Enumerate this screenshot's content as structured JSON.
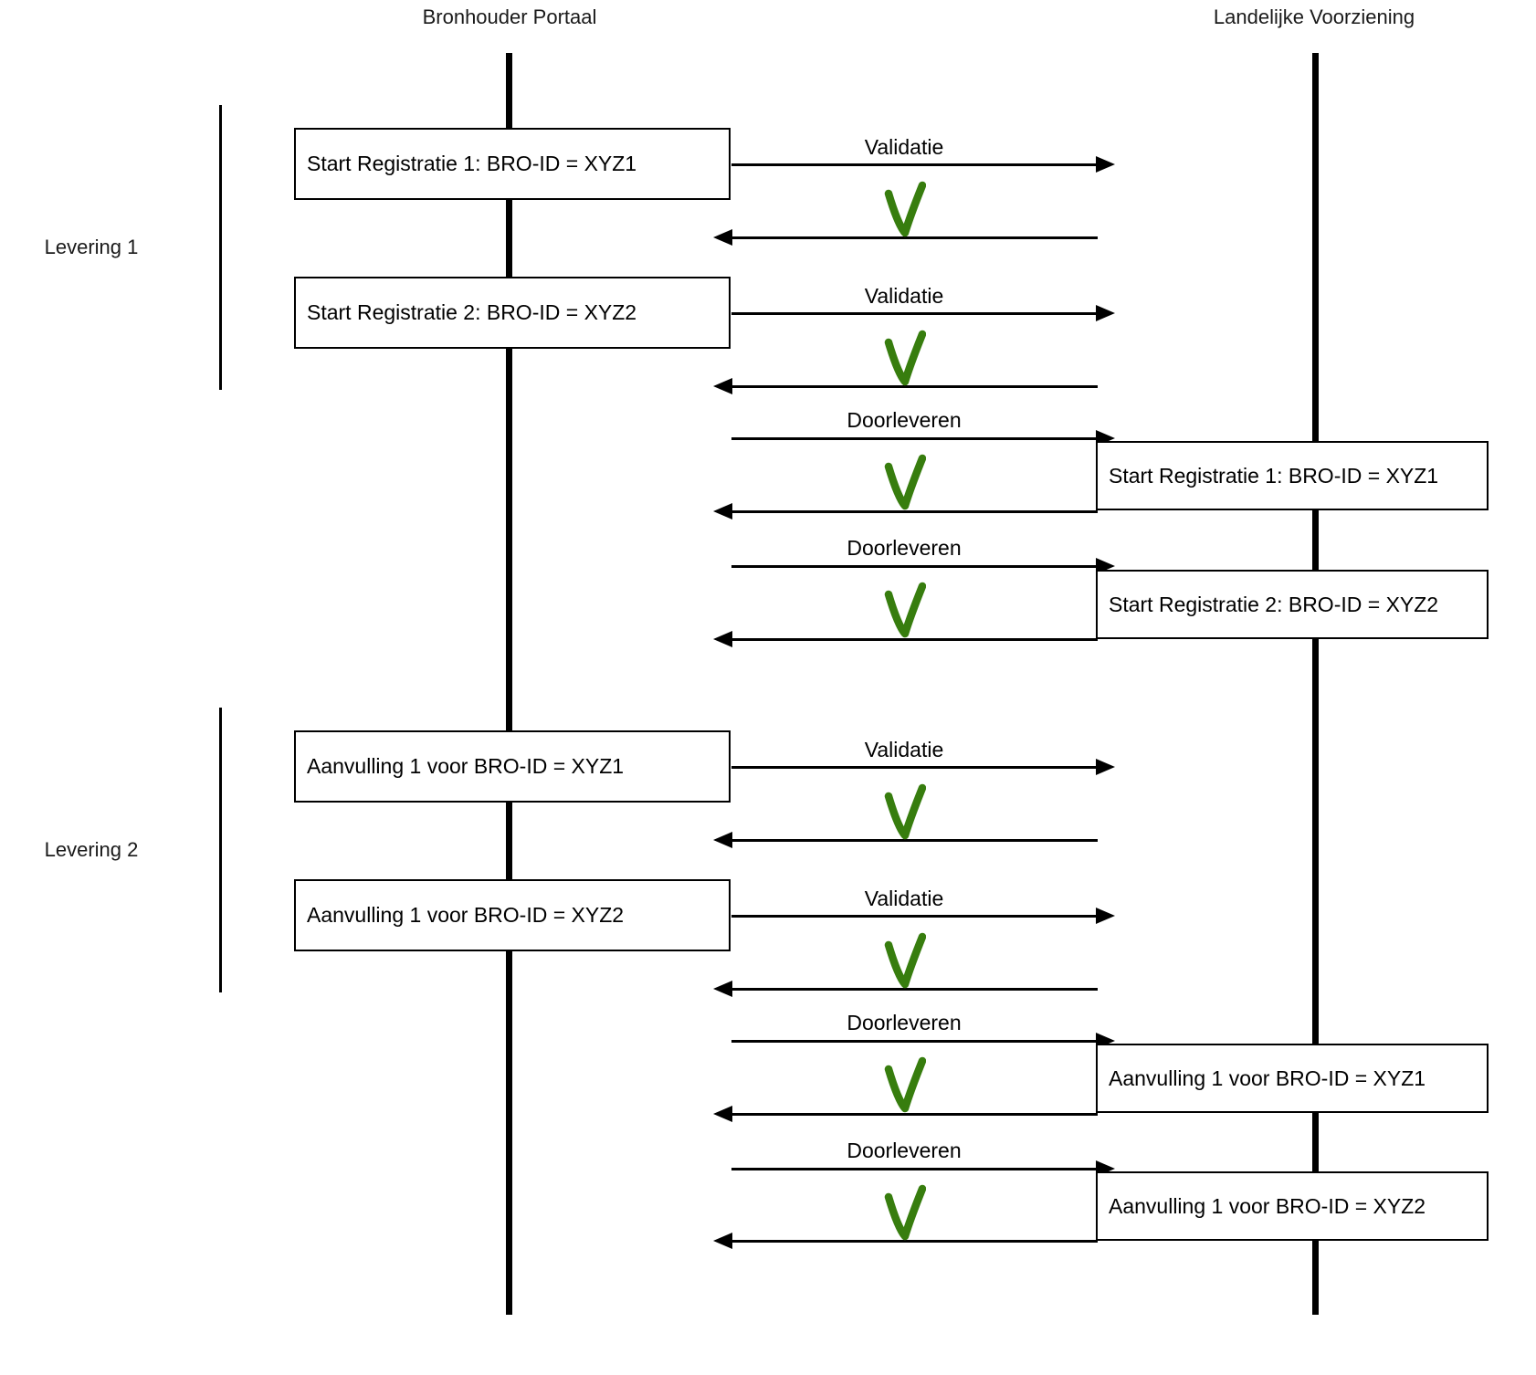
{
  "title_left": "Bronhouder Portaal",
  "title_right": "Landelijke Voorziening",
  "groups": [
    {
      "label": "Levering 1"
    },
    {
      "label": "Levering 2"
    }
  ],
  "portal_boxes": [
    {
      "text": "Start Registratie 1: BRO-ID = XYZ1"
    },
    {
      "text": "Start Registratie 2: BRO-ID = XYZ2"
    },
    {
      "text": "Aanvulling 1 voor BRO-ID = XYZ1"
    },
    {
      "text": "Aanvulling 1 voor BRO-ID = XYZ2"
    }
  ],
  "lv_boxes": [
    {
      "text": "Start Registratie 1: BRO-ID = XYZ1"
    },
    {
      "text": "Start Registratie 2: BRO-ID = XYZ2"
    },
    {
      "text": "Aanvulling 1 voor BRO-ID = XYZ1"
    },
    {
      "text": "Aanvulling 1 voor BRO-ID = XYZ2"
    }
  ],
  "messages": [
    {
      "label": "Validatie",
      "result_icon": "check-icon"
    },
    {
      "label": "Validatie",
      "result_icon": "check-icon"
    },
    {
      "label": "Doorleveren",
      "result_icon": "check-icon"
    },
    {
      "label": "Doorleveren",
      "result_icon": "check-icon"
    },
    {
      "label": "Validatie",
      "result_icon": "check-icon"
    },
    {
      "label": "Validatie",
      "result_icon": "check-icon"
    },
    {
      "label": "Doorleveren",
      "result_icon": "check-icon"
    },
    {
      "label": "Doorleveren",
      "result_icon": "check-icon"
    }
  ],
  "colors": {
    "check_green": "#377D0E",
    "line_black": "#000000"
  }
}
